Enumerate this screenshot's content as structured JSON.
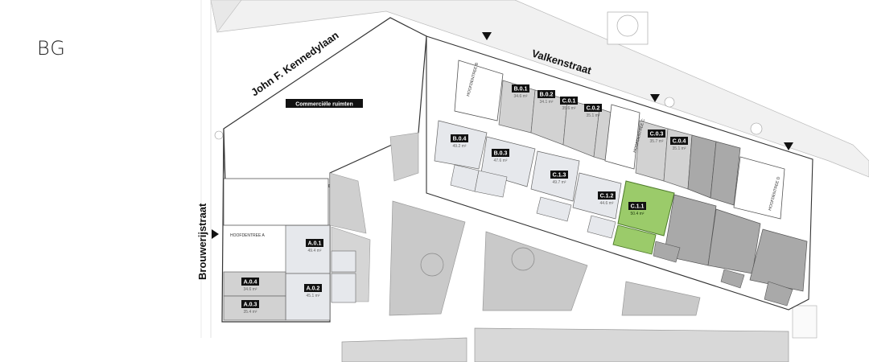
{
  "floor": {
    "label": "BG"
  },
  "streets": {
    "kennedy": "John F. Kennedylaan",
    "valken": "Valkenstraat",
    "brouwerij": "Brouwerijstraat"
  },
  "commercial": {
    "label": "Commerciële ruimten"
  },
  "entrances": {
    "a": "HOOFDENTREE A",
    "b": "HOOFDENTREE B",
    "c": "HOOFDENTREE C",
    "d": "HOOFDENTREE D"
  },
  "units": [
    {
      "code": "A.0.1",
      "area": "49.4 m²",
      "status": "unavailable"
    },
    {
      "code": "A.0.2",
      "area": "45.1 m²",
      "status": "unavailable"
    },
    {
      "code": "A.0.3",
      "area": "35.4 m²",
      "status": "unavailable"
    },
    {
      "code": "A.0.4",
      "area": "34.6 m²",
      "status": "unavailable"
    },
    {
      "code": "B.0.1",
      "area": "34.6 m²",
      "status": "unavailable"
    },
    {
      "code": "B.0.2",
      "area": "34.1 m²",
      "status": "unavailable"
    },
    {
      "code": "B.0.3",
      "area": "47.6 m²",
      "status": "unavailable"
    },
    {
      "code": "B.0.4",
      "area": "49.2 m²",
      "status": "unavailable"
    },
    {
      "code": "C.0.1",
      "area": "35.6 m²",
      "status": "unavailable"
    },
    {
      "code": "C.0.2",
      "area": "35.1 m²",
      "status": "unavailable"
    },
    {
      "code": "C.0.3",
      "area": "35.7 m²",
      "status": "unavailable"
    },
    {
      "code": "C.0.4",
      "area": "35.1 m²",
      "status": "unavailable"
    },
    {
      "code": "C.1.1",
      "area": "50.4 m²",
      "status": "selected"
    },
    {
      "code": "C.1.2",
      "area": "44.6 m²",
      "status": "unavailable"
    },
    {
      "code": "C.1.3",
      "area": "49.7 m²",
      "status": "unavailable"
    }
  ],
  "colors": {
    "selected": "#9bcb6a",
    "occupied_dark": "#a9a9a9",
    "occupied_light": "#d2d2d2",
    "free_light": "#e6e8ec",
    "label_bg": "#111111"
  }
}
